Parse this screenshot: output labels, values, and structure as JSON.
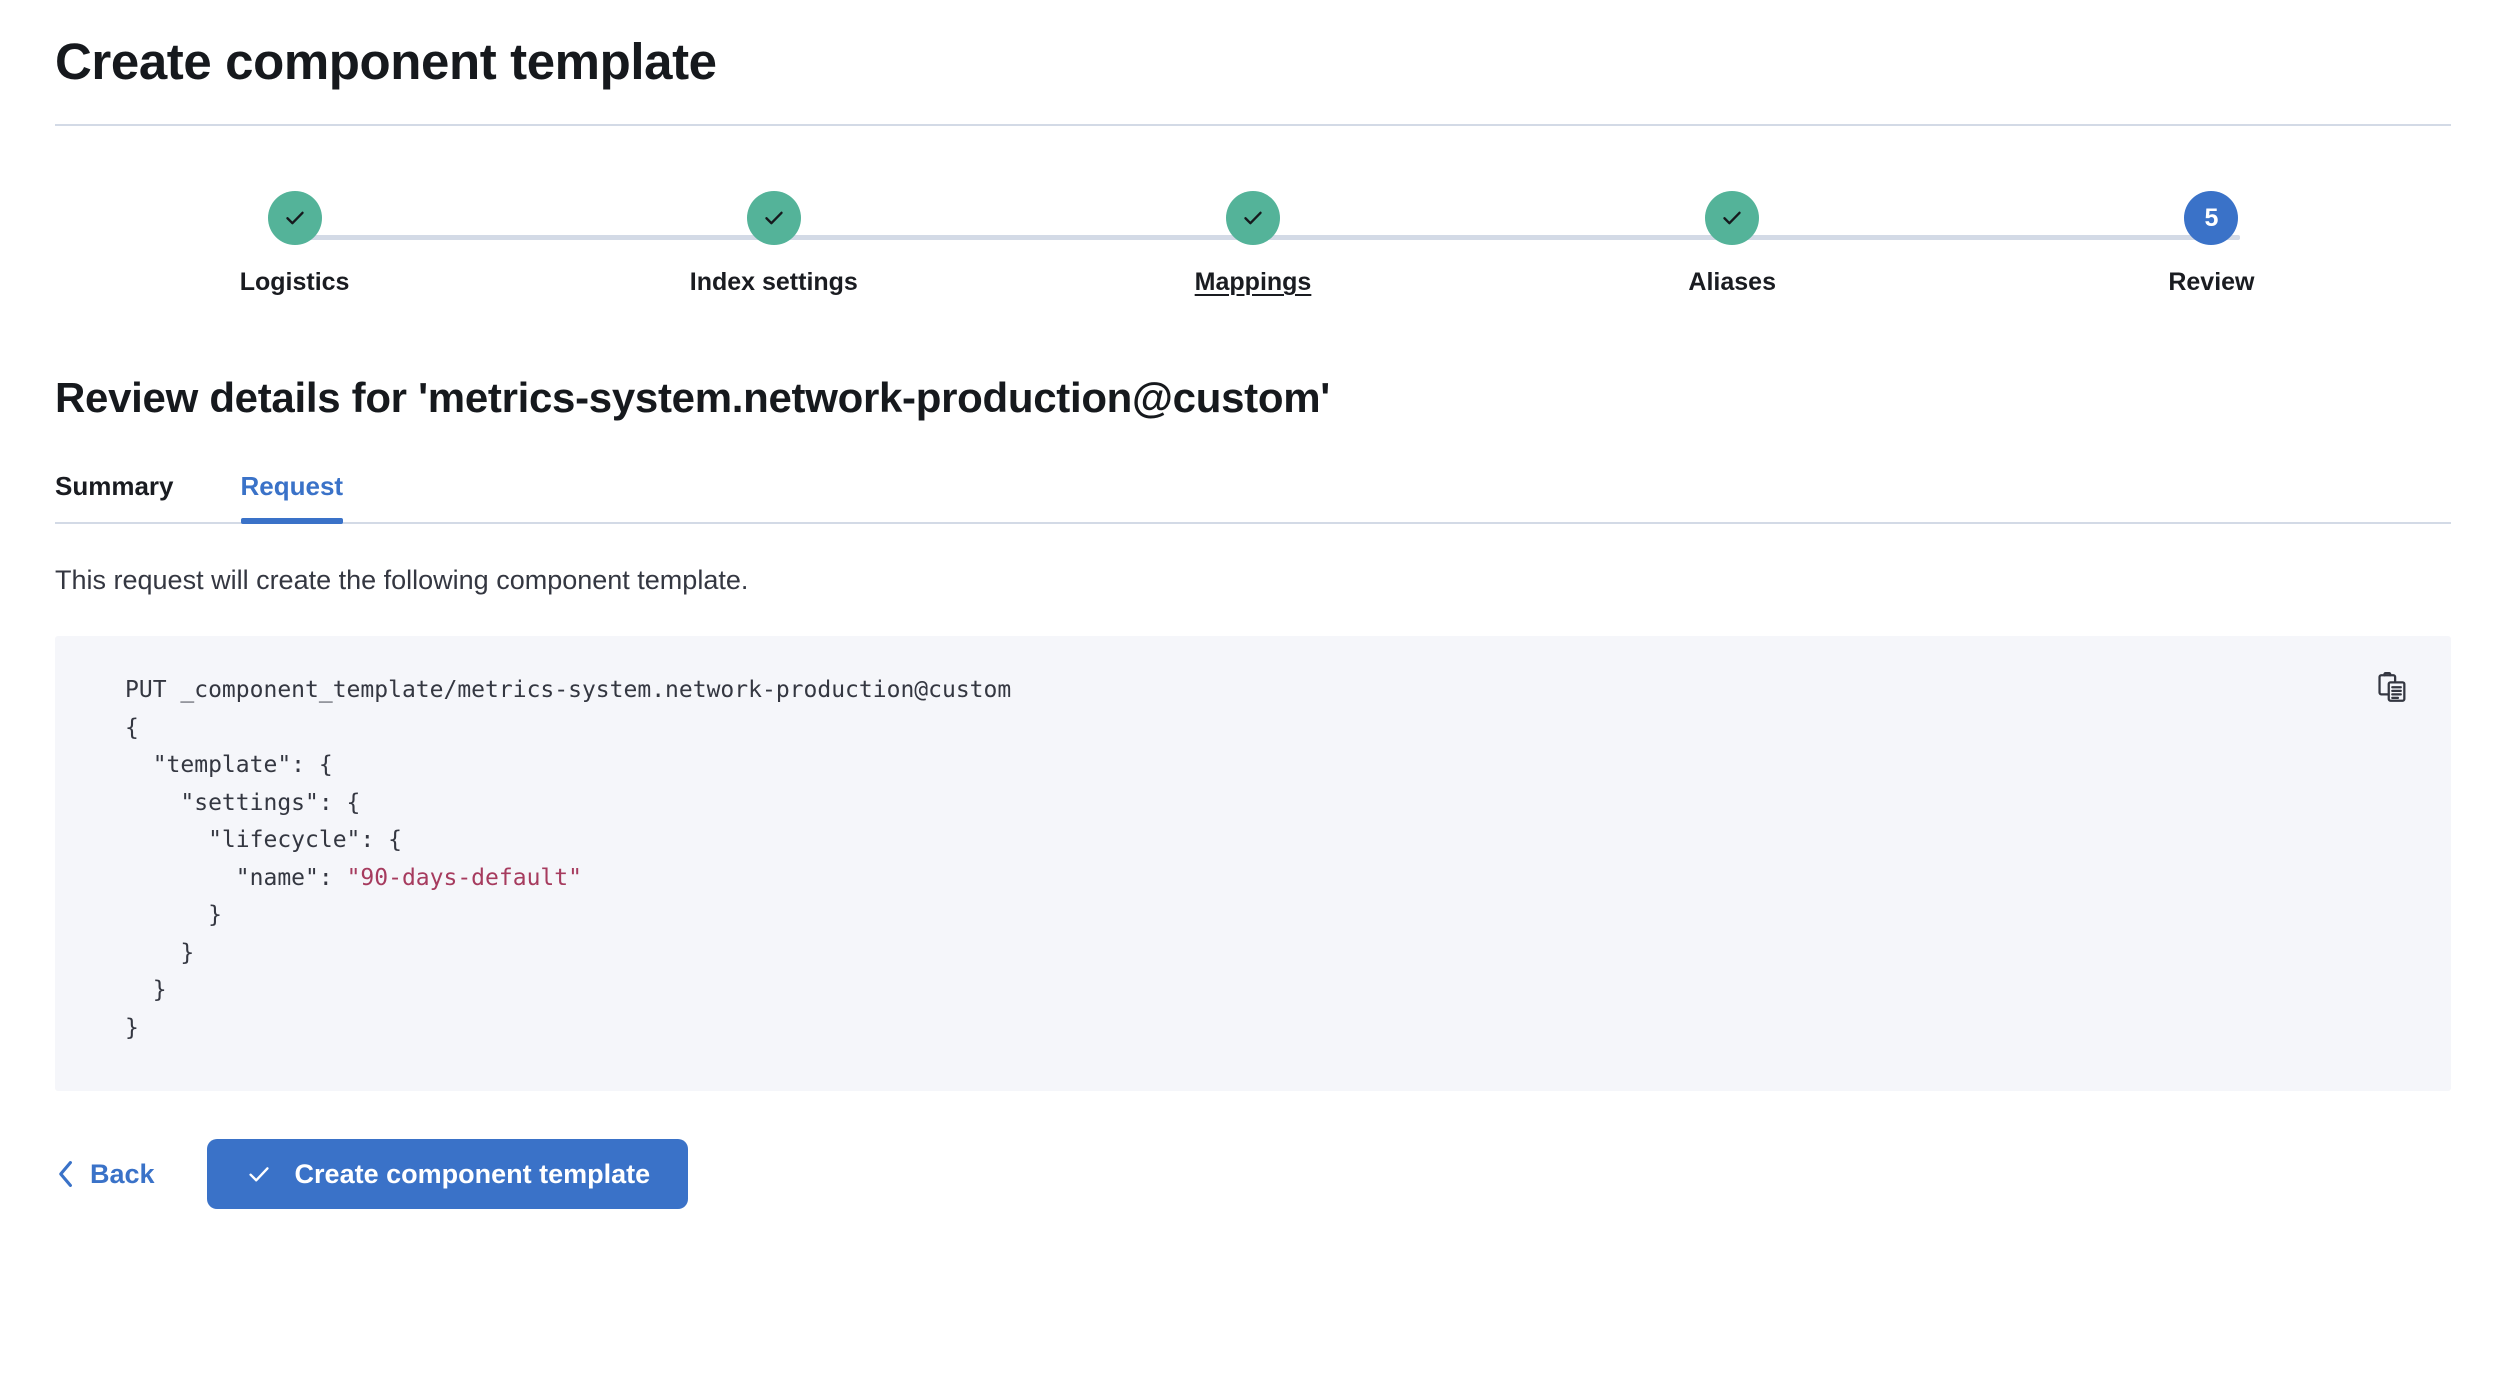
{
  "page": {
    "title": "Create component template"
  },
  "stepper": {
    "steps": [
      {
        "label": "Logistics",
        "state": "complete",
        "icon": "check-icon",
        "number": "1",
        "hovered": false
      },
      {
        "label": "Index settings",
        "state": "complete",
        "icon": "check-icon",
        "number": "2",
        "hovered": false
      },
      {
        "label": "Mappings",
        "state": "complete",
        "icon": "check-icon",
        "number": "3",
        "hovered": true
      },
      {
        "label": "Aliases",
        "state": "complete",
        "icon": "check-icon",
        "number": "4",
        "hovered": false
      },
      {
        "label": "Review",
        "state": "current",
        "icon": "",
        "number": "5",
        "hovered": false
      }
    ]
  },
  "review": {
    "heading": "Review details for 'metrics-system.network-production@custom'",
    "tabs": [
      {
        "label": "Summary",
        "active": false
      },
      {
        "label": "Request",
        "active": true
      }
    ],
    "description": "This request will create the following component template.",
    "code": {
      "request_line": "PUT _component_template/metrics-system.network-production@custom",
      "body_before_string": "{\n  \"template\": {\n    \"settings\": {\n      \"lifecycle\": {\n        \"name\": ",
      "string_value": "\"90-days-default\"",
      "body_after_string": "\n      }\n    }\n  }\n}",
      "copy_icon": "copy-clipboard-icon"
    }
  },
  "actions": {
    "back_label": "Back",
    "back_icon": "chevron-left-icon",
    "submit_label": "Create component template",
    "submit_icon": "check-icon"
  },
  "colors": {
    "complete_step": "#54b399",
    "current_step": "#3a72c8",
    "accent_blue": "#3a72c8",
    "divider": "#d3dae6",
    "code_background": "#f5f6fa",
    "code_string": "#a63b5e"
  }
}
